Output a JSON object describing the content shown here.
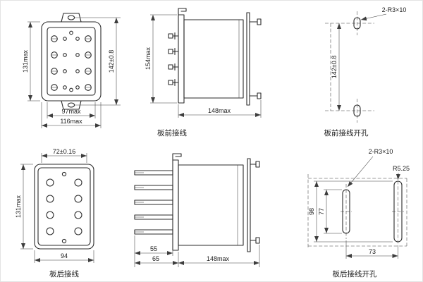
{
  "drawing": {
    "front": {
      "face": {
        "dim_height": "131max",
        "dim_mount_holes": "142±0.8",
        "dim_width_inner": "97max",
        "dim_width_outer": "116max"
      },
      "side": {
        "dim_height": "154max",
        "dim_depth": "148max",
        "caption": "板前接线"
      },
      "drill": {
        "callout_slots": "2-R3×10",
        "dim_hole_spacing": "142±0.8",
        "caption": "板前接线开孔"
      }
    },
    "rear": {
      "face": {
        "dim_width_top": "72±0.16",
        "dim_height": "131max",
        "dim_width_bottom": "94",
        "caption": "板后接线"
      },
      "side": {
        "dim_pin_length": "55",
        "dim_pin_overall": "65",
        "dim_depth": "148max"
      },
      "drill": {
        "callout_slots": "2-R3×10",
        "callout_radius": "R5.25",
        "dim_slot_long": "98",
        "dim_slot_short": "77",
        "dim_slot_spacing": "73",
        "caption": "板后接线开孔"
      }
    }
  }
}
